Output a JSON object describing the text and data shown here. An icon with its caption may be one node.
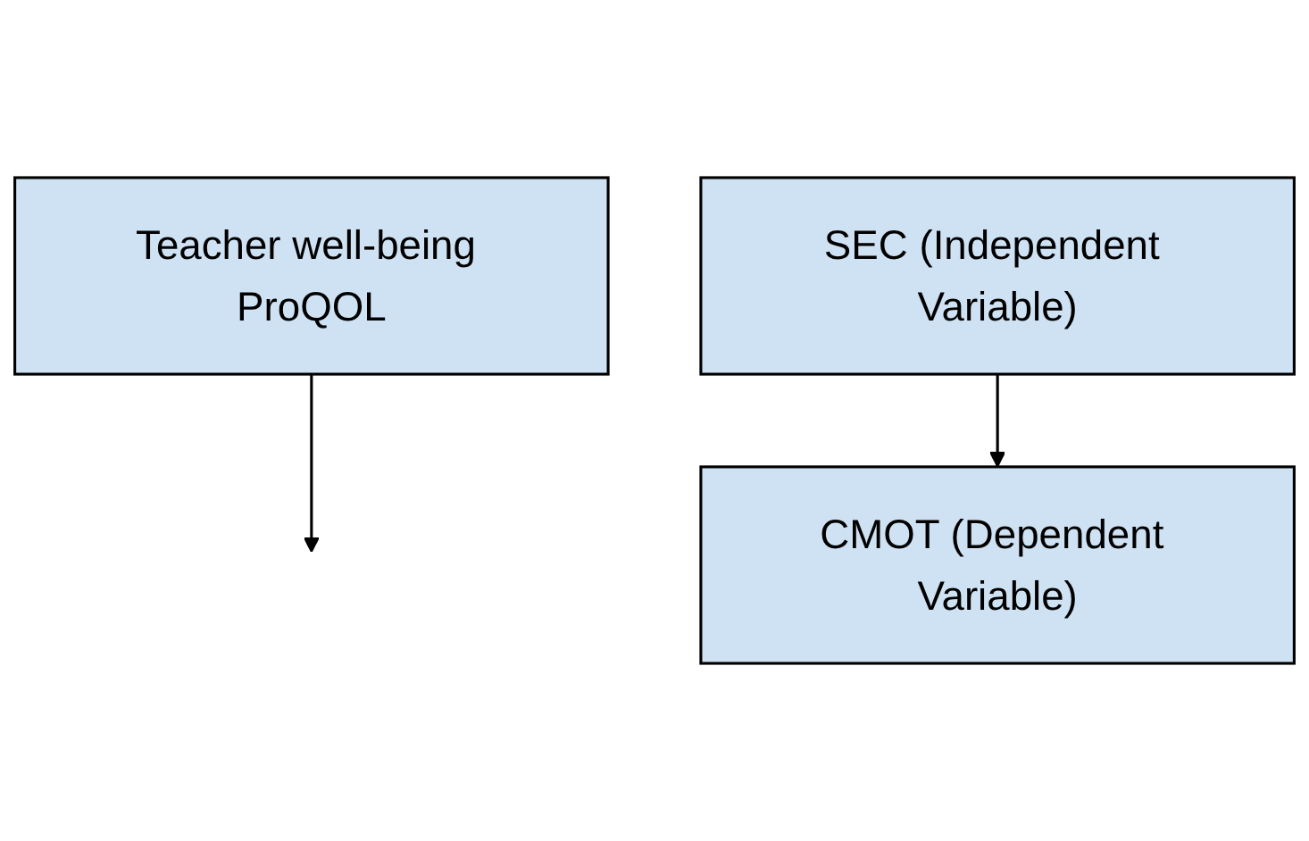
{
  "diagram": {
    "nodes": [
      {
        "text": [
          "Teacher well-being ProQOL"
        ]
      },
      {
        "text": [
          "SEC (Independent Variable)"
        ]
      },
      {
        "text": [
          "CMOT (Dependent Variable)"
        ]
      }
    ],
    "edges": [
      {
        "from": 0,
        "to": null,
        "arrow": "to"
      },
      {
        "from": 1,
        "to": 2,
        "arrow": "to"
      }
    ]
  }
}
